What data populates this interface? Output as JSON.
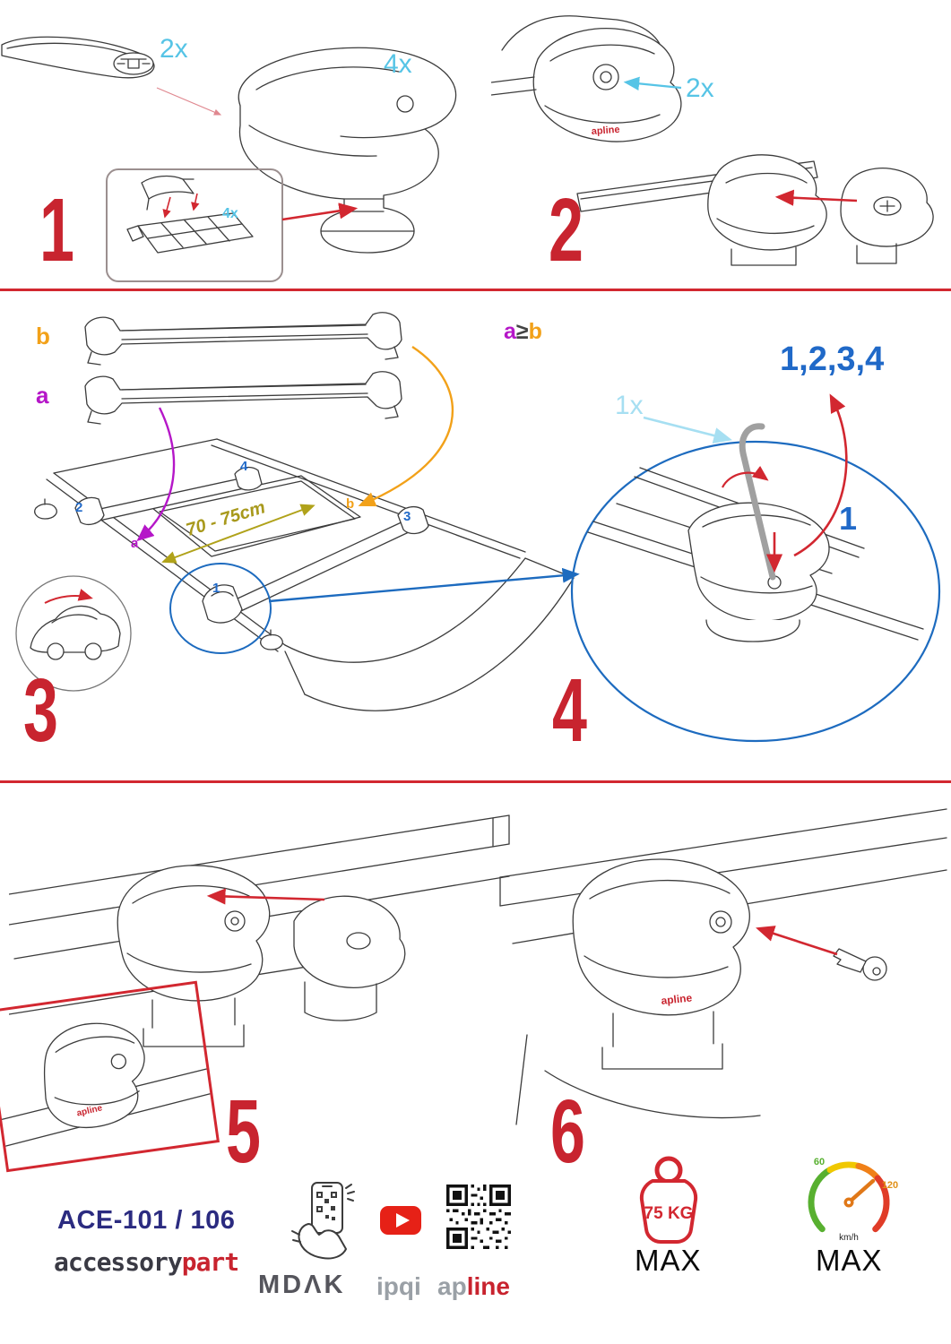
{
  "document": {
    "type": "roof-rack-installation-manual"
  },
  "steps": {
    "s1": {
      "number": "1",
      "bar_qty": "2x",
      "foot_qty": "4x",
      "pad_qty": "4x"
    },
    "s2": {
      "number": "2",
      "lock_qty": "2x"
    },
    "s3": {
      "number": "3",
      "bar_a_label": "a",
      "bar_b_label": "b",
      "span_label": "70 - 75cm",
      "pos1": "1",
      "pos2": "2",
      "pos3": "3",
      "pos4": "4",
      "pos_a": "a",
      "pos_b": "b"
    },
    "s4": {
      "number": "4",
      "cond_a": "a",
      "cond_op": "≥",
      "cond_b": "b",
      "sequence": "1,2,3,4",
      "tool_qty": "1x",
      "first": "1"
    },
    "s5": {
      "number": "5"
    },
    "s6": {
      "number": "6"
    }
  },
  "branding": {
    "model": "ACE-101 / 106",
    "accessory": "accessory",
    "part": "part",
    "mdak": "MDΛK",
    "ipqi": "ipqi",
    "apline_gray": "ap",
    "apline_red": "line",
    "apline_badge": "apline"
  },
  "limits": {
    "max_load": "75 KG",
    "max_load_label": "MAX",
    "speed_green": "60",
    "speed_red": "120",
    "speed_unit": "km/h",
    "speed_max_label": "MAX"
  },
  "colors": {
    "step_red": "#c8242f",
    "qty_cyan": "#56c4e6",
    "tool_cyan": "#a6dff2",
    "seq_blue": "#2069c8",
    "label_purple": "#b517c8",
    "label_orange": "#f2a119",
    "measure_olive": "#a8991c",
    "model_navy": "#2b2b80"
  }
}
